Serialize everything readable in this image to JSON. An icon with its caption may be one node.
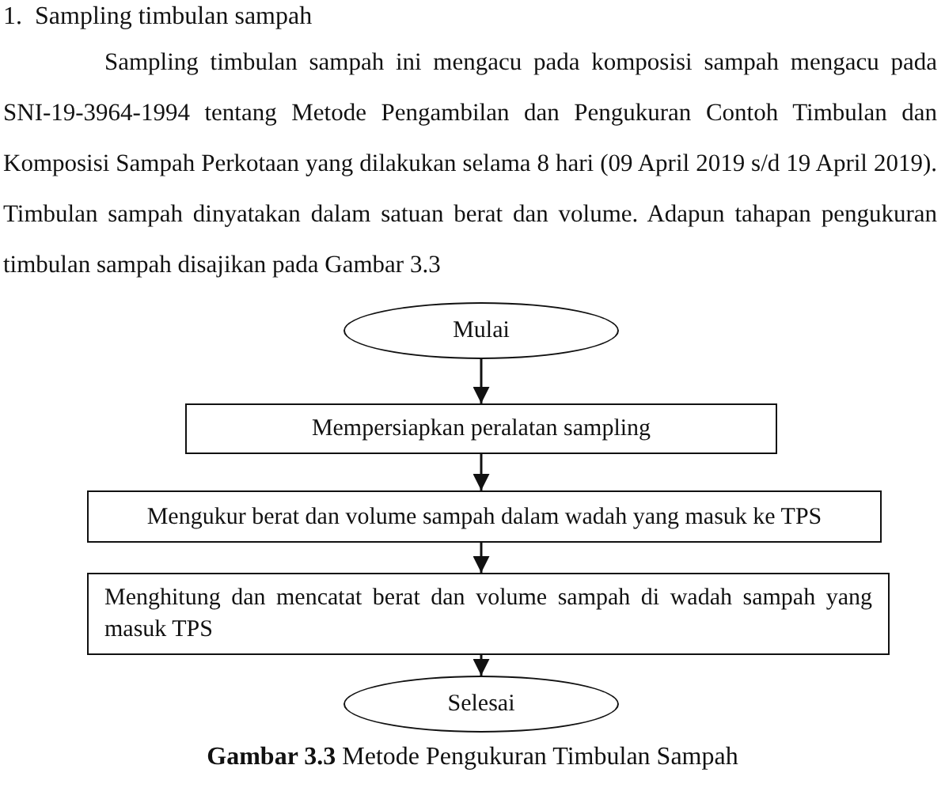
{
  "diagram": {
    "title": "1.  Sampling timbulan sampah",
    "caption": "**Gambar 3.3** Metode Pengukuran Timbulan Sampah",
    "nodes": [
      {
        "text": [
          "Mulai"
        ]
      },
      {
        "text": [
          "Mempersiapkan peralatan sampling"
        ]
      },
      {
        "text": [
          "Mengukur berat dan volume sampah dalam wadah yang masuk ke TPS"
        ]
      },
      {
        "text": [
          "Menghitung dan mencatat berat dan volume sampah di wadah sampah yang masuk TPS"
        ]
      },
      {
        "text": [
          "Selesai"
        ]
      }
    ],
    "edges": [
      {
        "from": 0,
        "to": 1,
        "arrow": "to"
      },
      {
        "from": 1,
        "to": 2,
        "arrow": "to"
      },
      {
        "from": 2,
        "to": 3,
        "arrow": "to"
      },
      {
        "from": 3,
        "to": 4,
        "arrow": "to"
      }
    ],
    "labels": [
      "Sampling timbulan sampah ini mengacu pada komposisi sampah mengacu pada SNI-19-3964-1994 tentang Metode Pengambilan dan Pengukuran Contoh Timbulan dan Komposisi Sampah Perkotaan yang dilakukan selama 8 hari (09 April 2019 s/d 19 April 2019). Timbulan sampah dinyatakan dalam satuan berat dan volume. Adapun tahapan pengukuran timbulan sampah disajikan pada Gambar 3.3"
    ]
  }
}
